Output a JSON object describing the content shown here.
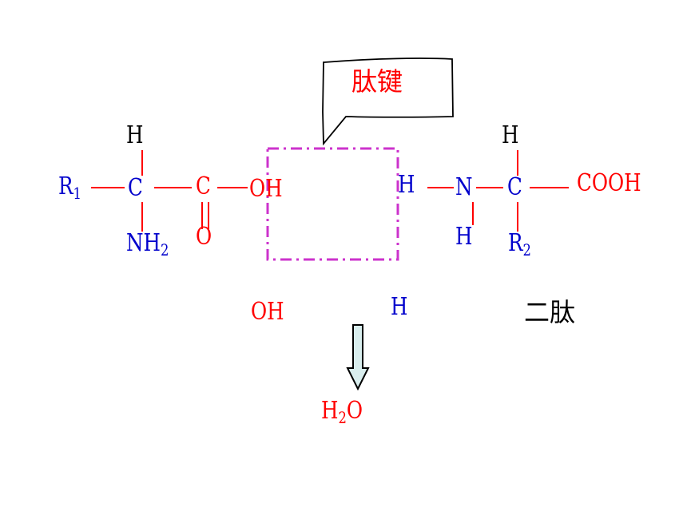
{
  "callout": {
    "text": "肽键"
  },
  "dipeptide_label": "二肽",
  "colors": {
    "bond": "#ff0000",
    "group_blue": "#0000cc",
    "group_red": "#ff0000",
    "box": "#cc33cc",
    "arrow_fill": "#d9eeee"
  },
  "amino_acid_1": {
    "r": "R",
    "r_sub": "1",
    "c_alpha": "C",
    "h_top": "H",
    "amino": "NH",
    "amino_sub": "2",
    "carbonyl_c": "C",
    "carbonyl_o": "O",
    "hydroxyl": "OH"
  },
  "amino_acid_2": {
    "h_left": "H",
    "n": "N",
    "h_below_n": "H",
    "c_alpha": "C",
    "h_top": "H",
    "r": "R",
    "r_sub": "2",
    "carboxyl": "COOH"
  },
  "removed": {
    "oh": "OH",
    "h": "H"
  },
  "water": {
    "h": "H",
    "sub": "2",
    "o": "O"
  }
}
